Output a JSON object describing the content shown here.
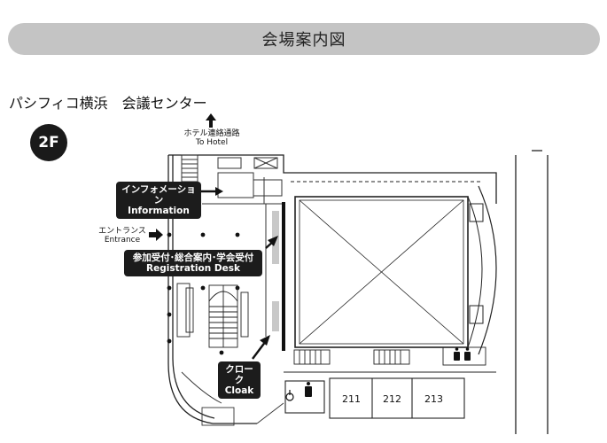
{
  "header": {
    "title": "会場案内図"
  },
  "venue_name": "パシフィコ横浜　会議センター",
  "floor": "2F",
  "labels": {
    "to_hotel_ja": "ホテル連絡通路",
    "to_hotel_en": "To Hotel",
    "information_ja": "インフォメーション",
    "information_en": "Information",
    "entrance_ja": "エントランス",
    "entrance_en": "Entrance",
    "registration_ja": "参加受付･総合案内･学会受付",
    "registration_en": "Registration Desk",
    "cloak_ja": "クローク",
    "cloak_en": "Cloak"
  },
  "rooms": [
    "211",
    "212",
    "213"
  ],
  "icons": {
    "up_arrow": "up-arrow-icon",
    "entrance_arrow": "right-arrow-icon",
    "restroom": "restroom-icon",
    "wheelchair": "wheelchair-icon"
  }
}
